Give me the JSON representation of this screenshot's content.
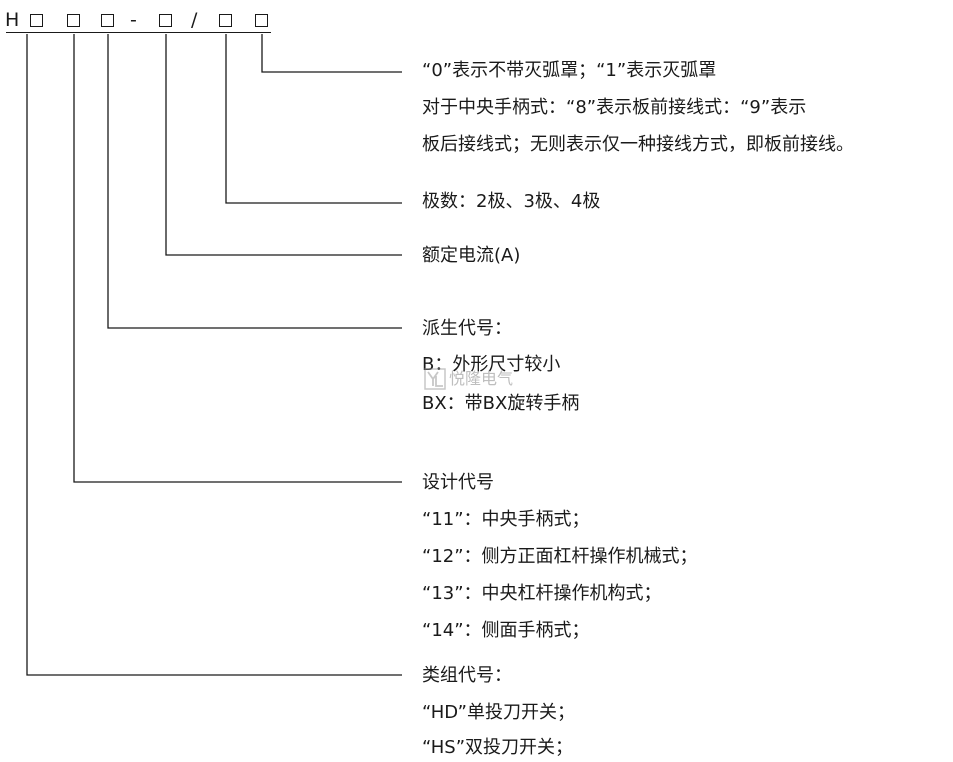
{
  "model_code": {
    "prefix": "H",
    "dash": "-",
    "slash": "/"
  },
  "descriptions": {
    "arc_cover": {
      "lines": [
        "“0”表示不带灭弧罩；“1”表示灭弧罩",
        "对于中央手柄式：“8”表示板前接线式：“9”表示",
        "板后接线式；无则表示仅一种接线方式，即板前接线。"
      ]
    },
    "poles": {
      "lines": [
        "极数：2极、3极、4极"
      ]
    },
    "rated_current": {
      "lines": [
        "额定电流(A)"
      ]
    },
    "derived_code": {
      "lines": [
        "派生代号：",
        "B：外形尺寸较小",
        "BX：带BX旋转手柄"
      ]
    },
    "design_code": {
      "lines": [
        "设计代号",
        "“11”：中央手柄式；",
        "“12”：侧方正面杠杆操作机械式；",
        "“13”：中央杠杆操作机构式；",
        "“14”：侧面手柄式；"
      ]
    },
    "class_code": {
      "lines": [
        "类组代号：",
        "“HD”单投刀开关；",
        "“HS”双投刀开关；"
      ]
    }
  },
  "watermark": {
    "text": "悦隆电气",
    "logo_icon": "yl-logo-icon"
  },
  "colors": {
    "line": "#1a1a1a",
    "text": "#1a1a1a",
    "watermark": "#8a8a8a"
  }
}
